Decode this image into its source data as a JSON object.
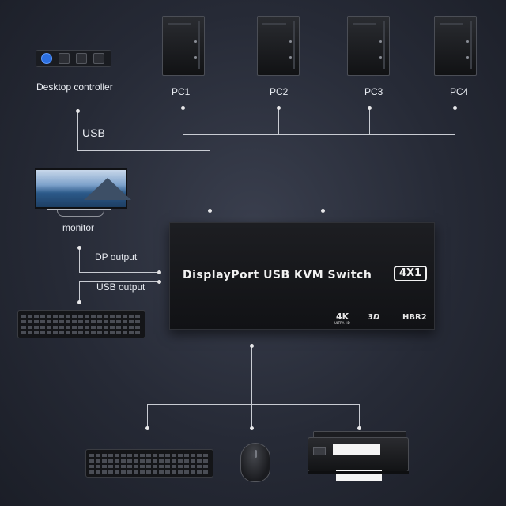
{
  "labels": {
    "desktop_controller": "Desktop controller",
    "usb": "USB",
    "monitor": "monitor",
    "dp_output": "DP output",
    "usb_output": "USB output",
    "pcs": [
      "PC1",
      "PC2",
      "PC3",
      "PC4"
    ]
  },
  "kvm": {
    "title": "DisplayPort USB KVM Switch",
    "badge": "4X1",
    "features": {
      "res": "4K",
      "res_sub": "ULTRA HD",
      "three_d": "3D",
      "hbr": "HBR2"
    }
  },
  "colors": {
    "background": "#262a36",
    "line": "#c9ccd3",
    "controller_led": "#2c6fe0"
  },
  "icons": [
    "desktop-controller-icon",
    "pc-tower-icon",
    "monitor-icon",
    "keyboard-icon",
    "mouse-icon",
    "printer-icon"
  ]
}
